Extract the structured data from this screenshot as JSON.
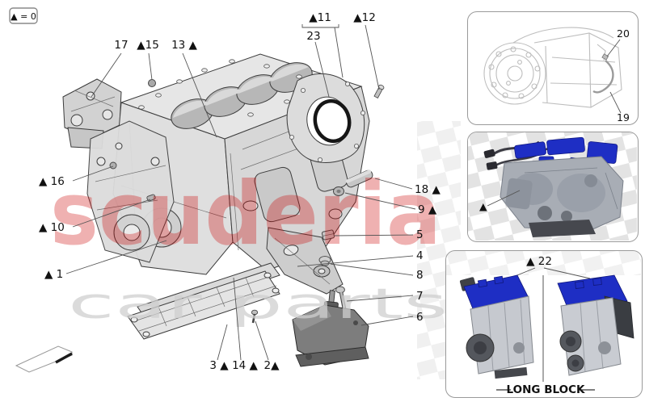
{
  "legend": {
    "label": "▲ = 0"
  },
  "watermark": {
    "primary": "scuderia",
    "secondary": "car parts"
  },
  "colors": {
    "watermark_red": "#cc0000",
    "watermark_gray": "#c9c9c9",
    "engine_blue": "#1e2ec4",
    "line_art": "#3c3c3c"
  },
  "callouts": {
    "c1": "▲ 1",
    "c2": "2▲",
    "c3": "3 ▲",
    "c4": "4",
    "c5": "5",
    "c6": "6",
    "c7": "7",
    "c8": "8",
    "c9": "9 ▲",
    "c10": "▲ 10",
    "c11": "▲11",
    "c12": "▲12",
    "c13": "13 ▲",
    "c14": "14 ▲",
    "c15": "▲15",
    "c16": "▲ 16",
    "c17": "17",
    "c18": "18 ▲",
    "c19": "19",
    "c20": "20",
    "c22": "▲ 22",
    "c23": "23",
    "engine_marker": "▲"
  },
  "panels": {
    "long_block_label": "LONG BLOCK"
  }
}
